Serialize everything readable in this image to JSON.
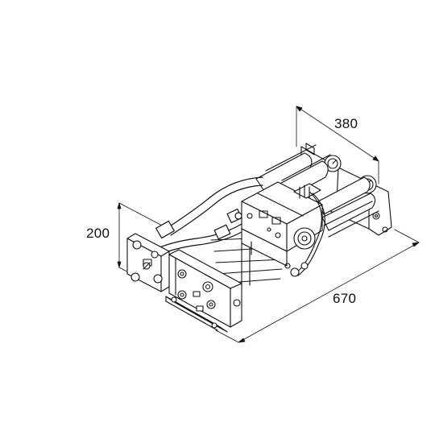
{
  "dimensions": {
    "width": "380",
    "height": "200",
    "length": "670"
  },
  "colors": {
    "line": "#111111",
    "background": "#ffffff"
  }
}
